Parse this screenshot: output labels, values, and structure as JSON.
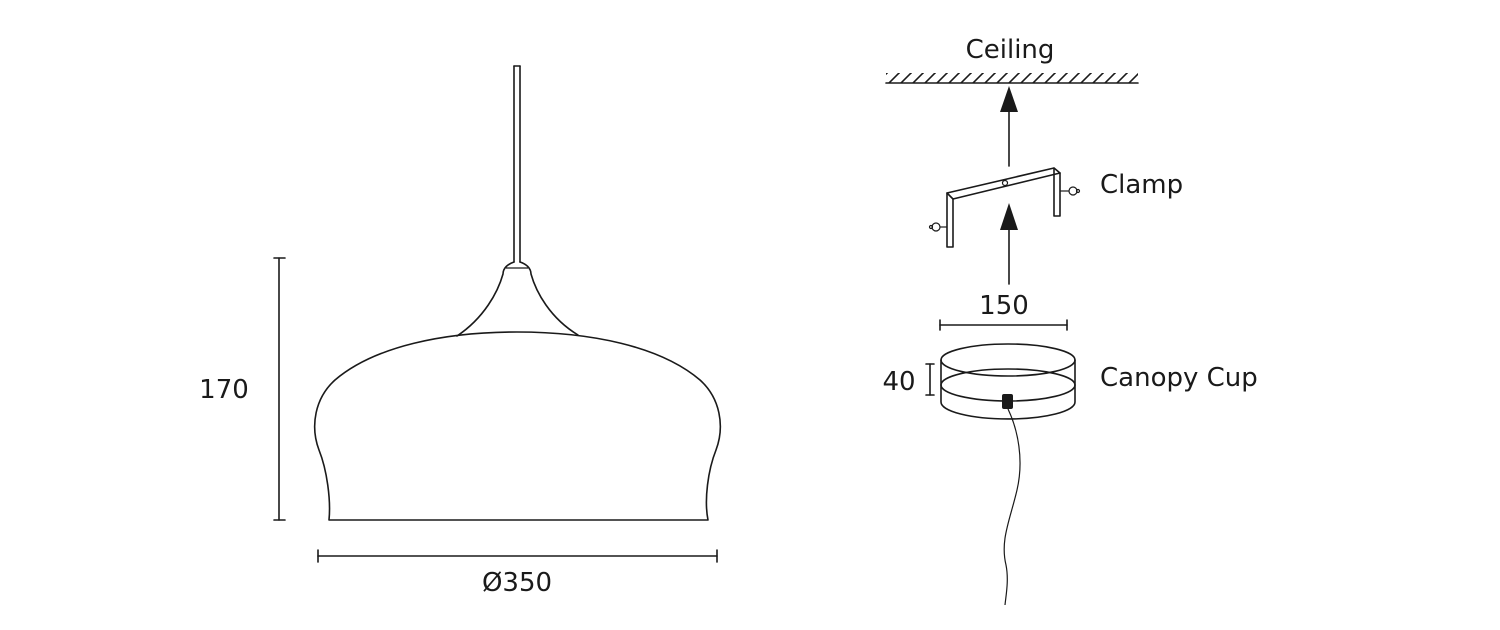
{
  "pendant": {
    "height_label": "170",
    "diameter_label": "Ø350"
  },
  "mounting": {
    "ceiling_label": "Ceiling",
    "clamp_label": "Clamp",
    "canopy_width_label": "150",
    "canopy_height_label": "40",
    "canopy_label": "Canopy Cup"
  }
}
